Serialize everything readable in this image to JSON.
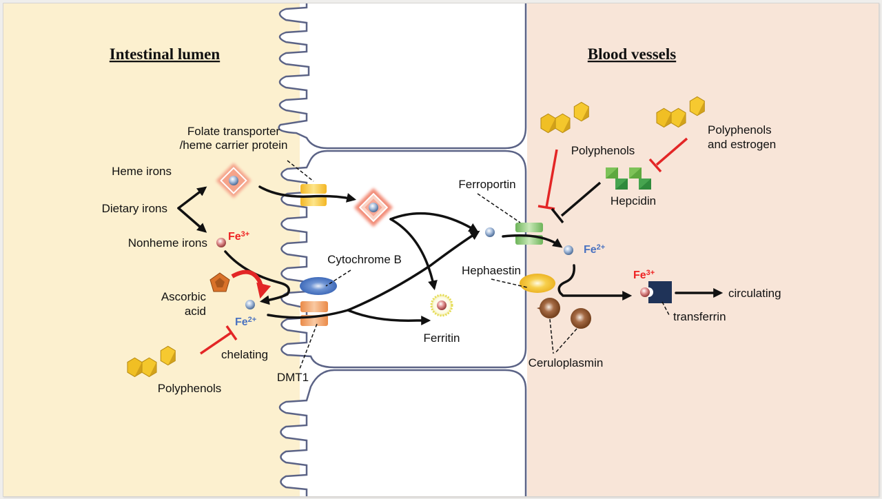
{
  "regions": {
    "lumen": {
      "title": "Intestinal lumen",
      "color": "#fcf0cf"
    },
    "blood": {
      "title": "Blood vessels",
      "color": "#f8e5d8"
    },
    "cell_color": "#ffffff"
  },
  "labels": {
    "folate_transporter_line1": "Folate transporter",
    "folate_transporter_line2": "/heme carrier protein",
    "heme_irons": "Heme irons",
    "dietary_irons": "Dietary irons",
    "nonheme_irons": "Nonheme irons",
    "cytochrome_b": "Cytochrome B",
    "ascorbic_line1": "Ascorbic",
    "ascorbic_line2": "acid",
    "chelating": "chelating",
    "polyphenols_lumen": "Polyphenols",
    "dmt1": "DMT1",
    "ferritin": "Ferritin",
    "ferroportin": "Ferroportin",
    "hephaestin": "Hephaestin",
    "polyphenols_blood": "Polyphenols",
    "polyphenols_estrogen_line1": "Polyphenols",
    "polyphenols_estrogen_line2": "and estrogen",
    "hepcidin": "Hepcidin",
    "transferrin": "transferrin",
    "circulating": "circulating",
    "ceruloplasmin": "Ceruloplasmin"
  },
  "ions": {
    "fe3_base": "Fe",
    "fe3_charge": "3+",
    "fe2_base": "Fe",
    "fe2_charge": "2+"
  },
  "colors": {
    "inhibition": "#e32626",
    "fe3_label": "#e22222",
    "fe2_label": "#4a72c0",
    "transporter_folate": "#f5c332",
    "transporter_dmt1": "#f09a5e",
    "cytochrome_b": "#3f6fc2",
    "ferroportin": "#7fc46a",
    "hephaestin": "#f2b820",
    "ceruloplasmin": "#7a4220",
    "transferrin": "#1f3358",
    "polyphenol": "#f2c12a",
    "hepcidin": "#3aa04a"
  }
}
